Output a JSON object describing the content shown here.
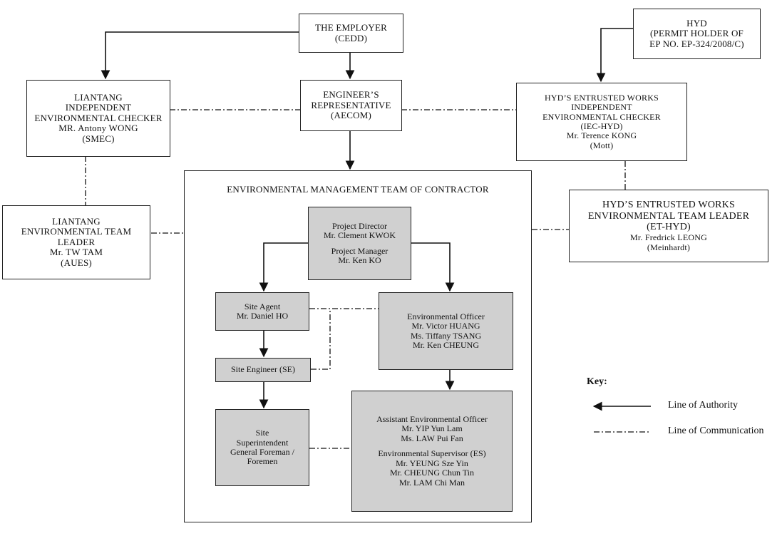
{
  "employer": {
    "lines": [
      "THE EMPLOYER",
      "(CEDD)"
    ]
  },
  "hyd": {
    "lines": [
      "HYD",
      "(PERMIT HOLDER OF",
      "EP NO. EP-324/2008/C)"
    ]
  },
  "liantang_iec": {
    "lines": [
      "LIANTANG",
      "INDEPENDENT",
      "ENVIRONMENTAL CHECKER",
      "MR. Antony WONG",
      "(SMEC)"
    ]
  },
  "engineer_rep": {
    "lines": [
      "ENGINEER’S",
      "REPRESENTATIVE",
      "(AECOM)"
    ]
  },
  "hyd_iec": {
    "lines": [
      "HYD’S ENTRUSTED WORKS",
      "INDEPENDENT",
      "ENVIRONMENTAL CHECKER",
      "(IEC-HYD)",
      "Mr. Terence KONG",
      "(Mott)"
    ]
  },
  "liantang_et": {
    "lines": [
      "LIANTANG",
      "ENVIRONMENTAL TEAM",
      "LEADER",
      "Mr. TW TAM",
      "(AUES)"
    ]
  },
  "hyd_et": {
    "lines": [
      "HYD’S ENTRUSTED WORKS",
      "ENVIRONMENTAL TEAM LEADER",
      "(ET-HYD)",
      "Mr. Fredrick LEONG",
      "(Meinhardt)"
    ]
  },
  "container_title": "ENVIRONMENTAL MANAGEMENT TEAM OF CONTRACTOR",
  "project_director": {
    "title": "Project Director",
    "name": "Mr. Clement KWOK"
  },
  "project_manager": {
    "title": "Project Manager",
    "name": "Mr. Ken KO"
  },
  "site_agent": {
    "title": "Site Agent",
    "name": "Mr. Daniel HO"
  },
  "site_engineer": {
    "label": "Site Engineer (SE)"
  },
  "env_officer": {
    "lines": [
      "Environmental Officer",
      "Mr. Victor HUANG",
      "Ms. Tiffany TSANG",
      "Mr. Ken CHEUNG"
    ]
  },
  "site_superintendent": {
    "lines": [
      "Site",
      "Superintendent",
      "General Foreman /",
      "Foremen"
    ]
  },
  "asst_env_officer": {
    "title": "Assistant Environmental Officer",
    "names": [
      "Mr. YIP Yun Lam",
      "Ms. LAW Pui Fan"
    ]
  },
  "env_supervisor": {
    "title": "Environmental Supervisor (ES)",
    "names": [
      "Mr. YEUNG Sze Yin",
      "Mr. CHEUNG Chun Tin",
      "Mr. LAM Chi Man"
    ]
  },
  "legend": {
    "title": "Key:",
    "authority": "Line of Authority",
    "communication": "Line of Communication"
  }
}
